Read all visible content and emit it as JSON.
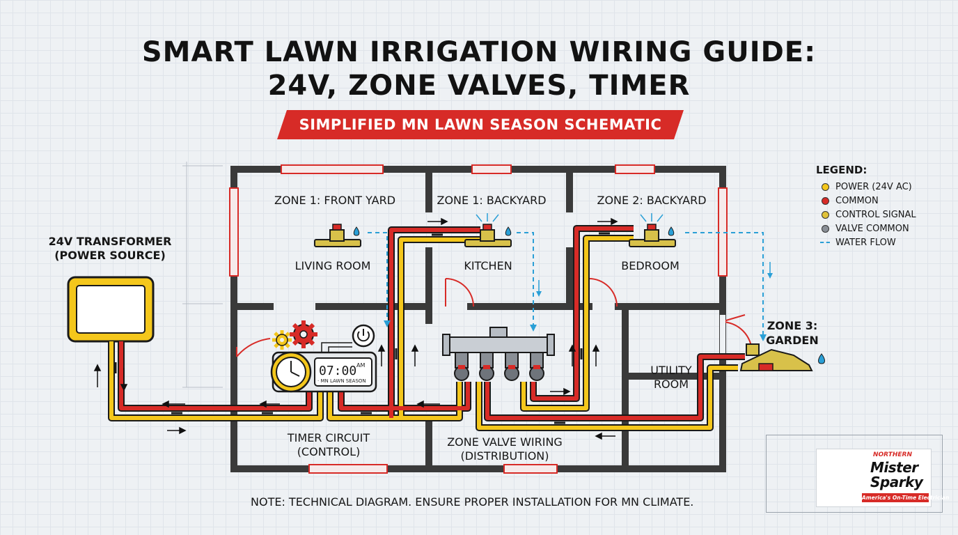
{
  "header": {
    "title_line1": "SMART LAWN IRRIGATION WIRING GUIDE:",
    "title_line2": "24V, ZONE VALVES, TIMER",
    "banner": "SIMPLIFIED MN LAWN SEASON SCHEMATIC"
  },
  "rooms": {
    "zone1_front": "ZONE 1: FRONT YARD",
    "zone1_back": "ZONE 1: BACKYARD",
    "zone2_back": "ZONE 2: BACKYARD",
    "living_room": "LIVING ROOM",
    "kitchen": "KITCHEN",
    "bedroom": "BEDROOM",
    "utility_line1": "UTILITY",
    "utility_line2": "ROOM",
    "zone3_line1": "ZONE 3:",
    "zone3_line2": "GARDEN"
  },
  "transformer": {
    "line1": "24V TRANSFORMER",
    "line2": "(POWER SOURCE)"
  },
  "timer": {
    "display_time": "07:00",
    "display_ampm": "AM",
    "display_caption": "· MN LAWN SEASON",
    "label_line1": "TIMER CIRCUIT",
    "label_line2": "(CONTROL)"
  },
  "valves": {
    "label_line1": "ZONE VALVE WIRING",
    "label_line2": "(DISTRIBUTION)"
  },
  "legend": {
    "title": "LEGEND:",
    "items": [
      {
        "label": "POWER (24V AC)",
        "color": "#f4c71c",
        "kind": "dot"
      },
      {
        "label": "COMMON",
        "color": "#d72b27",
        "kind": "dot"
      },
      {
        "label": "CONTROL SIGNAL",
        "color": "#e0c23a",
        "kind": "dot"
      },
      {
        "label": "VALVE COMMON",
        "color": "#8a8f96",
        "kind": "dot"
      },
      {
        "label": "WATER FLOW",
        "color": "#2a9fd6",
        "kind": "dash"
      }
    ]
  },
  "note": "NOTE: TECHNICAL DIAGRAM. ENSURE PROPER INSTALLATION FOR MN CLIMATE.",
  "logo": {
    "small": "NORTHERN",
    "name_line1": "Mister",
    "name_line2": "Sparky",
    "tagline": "America's On-Time Electrician"
  },
  "colors": {
    "wall": "#3a3a3a",
    "power": "#f4c71c",
    "common": "#d72b27",
    "water": "#2a9fd6"
  }
}
